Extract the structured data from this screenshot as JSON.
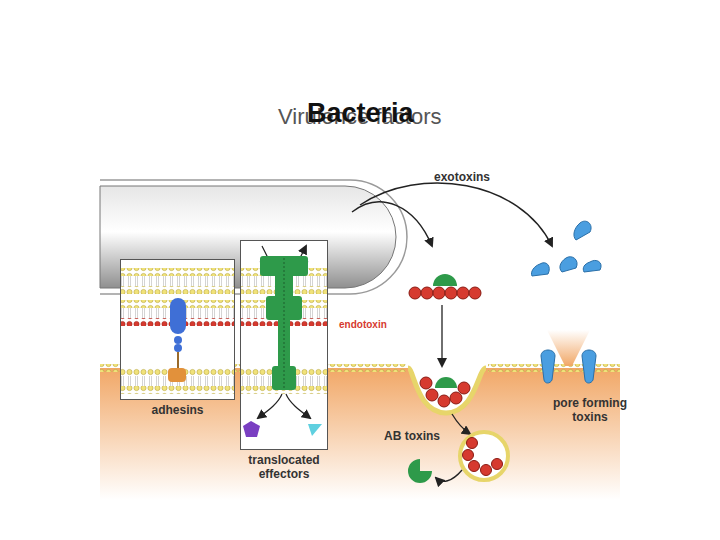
{
  "diagram": {
    "title": "Bacteria",
    "nodes": [
      {
        "text": [
          "adhesins"
        ]
      },
      {
        "text": [
          "translocated effectors"
        ]
      }
    ],
    "labels": [
      "Virulence factors",
      "exotoxins",
      "endotoxin",
      "AB toxins",
      "pore forming toxins"
    ]
  }
}
